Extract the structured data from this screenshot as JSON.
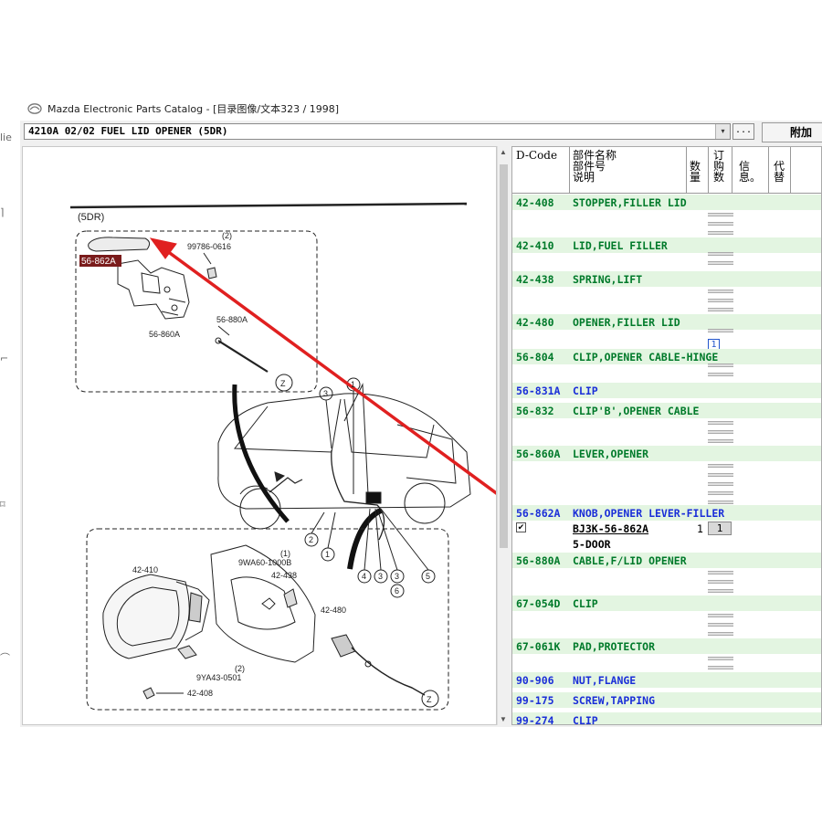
{
  "window": {
    "title": "Mazda Electronic Parts Catalog - [目录图像/文本323 / 1998]"
  },
  "toolbar": {
    "combo_value": "4210A 02/02 FUEL LID OPENER (5DR)",
    "combo_dropdown_glyph": "▾",
    "dots_label": "...",
    "add_label": "附加"
  },
  "left_fragments": [
    "lie",
    "⌉",
    "⌐",
    "⌑",
    "⌒"
  ],
  "diagram": {
    "labels": {
      "variant": "(5DR)",
      "knob": "56-862A",
      "screw": "99786-0616",
      "screw_qty": "(2)",
      "lever": "56-860A",
      "cable": "56-880A",
      "lid": "42-410",
      "nut": "9WA60-1000B",
      "nut_qty": "(1)",
      "spring": "42-438",
      "opener": "42-480",
      "clip": "9YA43-0501",
      "clip_qty": "(2)",
      "stopper": "42-408",
      "ref_z": "Z",
      "callouts": [
        "1",
        "2",
        "3",
        "4",
        "5",
        "6"
      ]
    }
  },
  "list": {
    "headers": {
      "dcode": "D-Code",
      "name_lines": [
        "部件名称",
        "部件号",
        "说明"
      ],
      "qty": [
        "数",
        "量"
      ],
      "order": [
        "订",
        "购",
        "数"
      ],
      "info": [
        "信",
        "息。"
      ],
      "replace": [
        "代",
        "替"
      ]
    },
    "rows": [
      {
        "code": "42-408",
        "name": "STOPPER,FILLER LID",
        "color": "green"
      },
      {
        "code": "42-410",
        "name": "LID,FUEL FILLER",
        "color": "green"
      },
      {
        "code": "42-438",
        "name": "SPRING,LIFT",
        "color": "green"
      },
      {
        "code": "42-480",
        "name": "OPENER,FILLER LID",
        "color": "green"
      },
      {
        "code": "56-804",
        "name": "CLIP,OPENER CABLE-HINGE",
        "color": "green"
      },
      {
        "code": "56-831A",
        "name": "CLIP",
        "color": "blue"
      },
      {
        "code": "56-832",
        "name": "CLIP'B',OPENER CABLE",
        "color": "green"
      },
      {
        "code": "56-860A",
        "name": "LEVER,OPENER",
        "color": "green"
      },
      {
        "code": "56-862A",
        "name": "KNOB,OPENER LEVER-FILLER",
        "color": "blue"
      },
      {
        "code": "56-880A",
        "name": "CABLE,F/LID OPENER",
        "color": "green"
      },
      {
        "code": "67-054D",
        "name": "CLIP",
        "color": "green"
      },
      {
        "code": "67-061K",
        "name": "PAD,PROTECTOR",
        "color": "green"
      },
      {
        "code": "90-906",
        "name": "NUT,FLANGE",
        "color": "blue"
      },
      {
        "code": "99-175",
        "name": "SCREW,TAPPING",
        "color": "blue"
      },
      {
        "code": "99-274",
        "name": "CLIP",
        "color": "blue"
      }
    ],
    "detail": {
      "checkbox": "✔",
      "part_no": "BJ3K-56-862A",
      "qty": "1",
      "order_qty": "1",
      "note": "5-DOOR"
    },
    "selected_cell": "1"
  }
}
